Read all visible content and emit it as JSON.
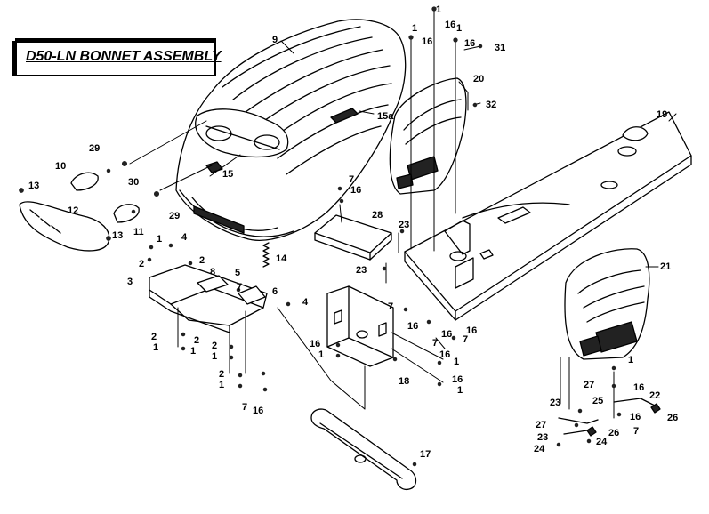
{
  "title": "D50-LN BONNET ASSEMBLY",
  "callouts": [
    {
      "id": "c9",
      "text": "9"
    },
    {
      "id": "c1a",
      "text": "1"
    },
    {
      "id": "c16a",
      "text": "16"
    },
    {
      "id": "c1b",
      "text": "1"
    },
    {
      "id": "c16b",
      "text": "16"
    },
    {
      "id": "c1c",
      "text": "1"
    },
    {
      "id": "c16c",
      "text": "16"
    },
    {
      "id": "c31",
      "text": "31"
    },
    {
      "id": "c20",
      "text": "20"
    },
    {
      "id": "c32",
      "text": "32"
    },
    {
      "id": "c19",
      "text": "19"
    },
    {
      "id": "c15a",
      "text": "15a"
    },
    {
      "id": "c15",
      "text": "15"
    },
    {
      "id": "c29a",
      "text": "29"
    },
    {
      "id": "c10",
      "text": "10"
    },
    {
      "id": "c30",
      "text": "30"
    },
    {
      "id": "c13a",
      "text": "13"
    },
    {
      "id": "c12",
      "text": "12"
    },
    {
      "id": "c29b",
      "text": "29"
    },
    {
      "id": "c11",
      "text": "11"
    },
    {
      "id": "c13b",
      "text": "13"
    },
    {
      "id": "c7a",
      "text": "7"
    },
    {
      "id": "c16d",
      "text": "16"
    },
    {
      "id": "c28",
      "text": "28"
    },
    {
      "id": "c23a",
      "text": "23"
    },
    {
      "id": "c23b",
      "text": "23"
    },
    {
      "id": "c21",
      "text": "21"
    },
    {
      "id": "c1d",
      "text": "1"
    },
    {
      "id": "c4a",
      "text": "4"
    },
    {
      "id": "c2a",
      "text": "2"
    },
    {
      "id": "c14",
      "text": "14"
    },
    {
      "id": "c2b",
      "text": "2"
    },
    {
      "id": "c8",
      "text": "8"
    },
    {
      "id": "c5",
      "text": "5"
    },
    {
      "id": "c3",
      "text": "3"
    },
    {
      "id": "c7b",
      "text": "7"
    },
    {
      "id": "c6",
      "text": "6"
    },
    {
      "id": "c4b",
      "text": "4"
    },
    {
      "id": "c7c",
      "text": "7"
    },
    {
      "id": "c16e",
      "text": "16"
    },
    {
      "id": "c16f",
      "text": "16"
    },
    {
      "id": "c7d",
      "text": "7"
    },
    {
      "id": "c16g",
      "text": "16"
    },
    {
      "id": "c7e",
      "text": "7"
    },
    {
      "id": "c2c",
      "text": "2"
    },
    {
      "id": "c1e",
      "text": "1"
    },
    {
      "id": "c2d",
      "text": "2"
    },
    {
      "id": "c1f",
      "text": "1"
    },
    {
      "id": "c2e",
      "text": "2"
    },
    {
      "id": "c1g",
      "text": "1"
    },
    {
      "id": "c16h",
      "text": "16"
    },
    {
      "id": "c1h",
      "text": "1"
    },
    {
      "id": "c16i",
      "text": "16"
    },
    {
      "id": "c1i",
      "text": "1"
    },
    {
      "id": "c18",
      "text": "18"
    },
    {
      "id": "c16j",
      "text": "16"
    },
    {
      "id": "c1j",
      "text": "1"
    },
    {
      "id": "c2f",
      "text": "2"
    },
    {
      "id": "c1k",
      "text": "1"
    },
    {
      "id": "c7f",
      "text": "7"
    },
    {
      "id": "c16k",
      "text": "16"
    },
    {
      "id": "c17",
      "text": "17"
    },
    {
      "id": "c1l",
      "text": "1"
    },
    {
      "id": "c16l",
      "text": "16"
    },
    {
      "id": "c27a",
      "text": "27"
    },
    {
      "id": "c25",
      "text": "25"
    },
    {
      "id": "c22",
      "text": "22"
    },
    {
      "id": "c23c",
      "text": "23"
    },
    {
      "id": "c16m",
      "text": "16"
    },
    {
      "id": "c26a",
      "text": "26"
    },
    {
      "id": "c27b",
      "text": "27"
    },
    {
      "id": "c7g",
      "text": "7"
    },
    {
      "id": "c23d",
      "text": "23"
    },
    {
      "id": "c26b",
      "text": "26"
    },
    {
      "id": "c24a",
      "text": "24"
    },
    {
      "id": "c24b",
      "text": "24"
    }
  ]
}
